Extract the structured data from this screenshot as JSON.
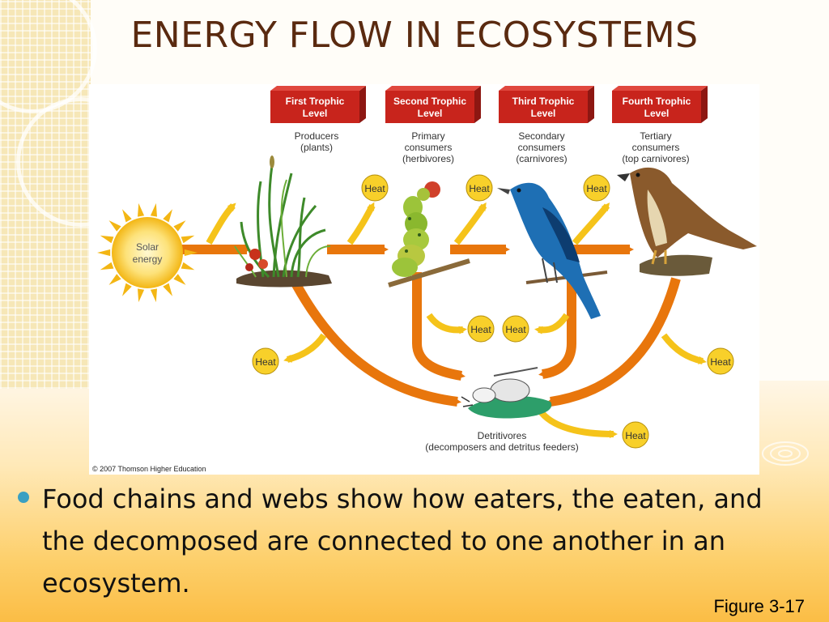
{
  "slide": {
    "title": "ENERGY FLOW IN ECOSYSTEMS",
    "bullet": "Food chains and webs show how eaters, the eaten, and the decomposed are connected to one another in an ecosystem.",
    "figure_label": "Figure 3-17"
  },
  "diagram": {
    "trophic_levels": [
      {
        "label_line1": "First Trophic",
        "label_line2": "Level",
        "desc": [
          "Producers",
          "(plants)"
        ]
      },
      {
        "label_line1": "Second Trophic",
        "label_line2": "Level",
        "desc": [
          "Primary",
          "consumers",
          "(herbivores)"
        ]
      },
      {
        "label_line1": "Third Trophic",
        "label_line2": "Level",
        "desc": [
          "Secondary",
          "consumers",
          "(carnivores)"
        ]
      },
      {
        "label_line1": "Fourth Trophic",
        "label_line2": "Level",
        "desc": [
          "Tertiary",
          "consumers",
          "(top carnivores)"
        ]
      }
    ],
    "solar": [
      "Solar",
      "energy"
    ],
    "heat_label": "Heat",
    "detritivores": [
      "Detritivores",
      "(decomposers and detritus feeders)"
    ],
    "copyright": "© 2007 Thomson Higher Education"
  },
  "colors": {
    "title": "#5a2a10",
    "level_box": "#c8241c",
    "arrow": "#e8760c",
    "heat_arrow": "#f5c31a",
    "bullet": "#3aa0c2"
  }
}
